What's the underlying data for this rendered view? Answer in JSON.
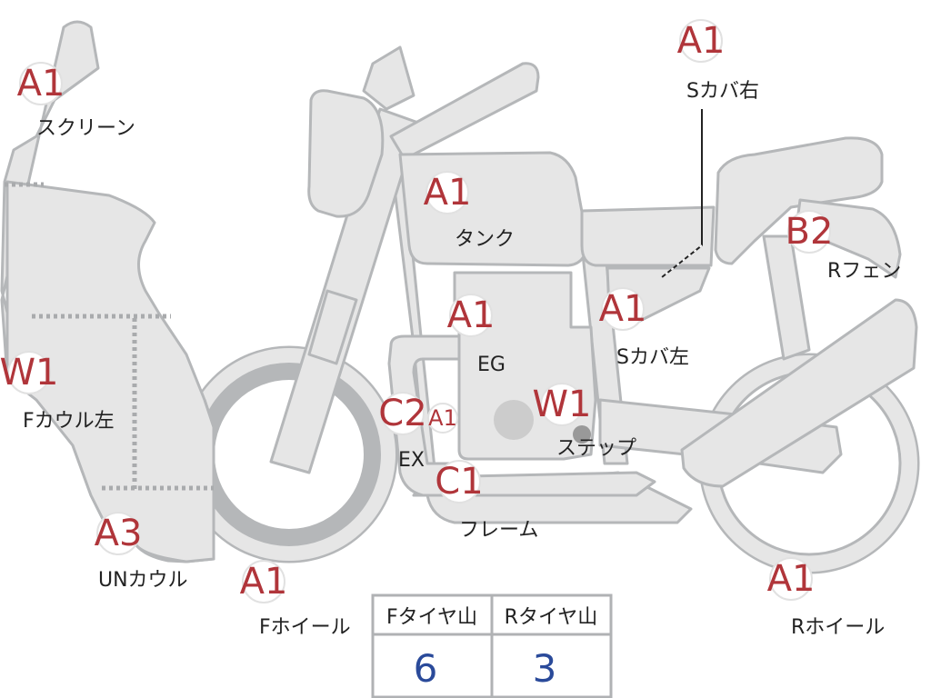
{
  "parts": [
    {
      "id": "screen",
      "grade": "A1",
      "label": "スクリーン"
    },
    {
      "id": "f-cowl-left",
      "grade": "W1",
      "label": "Fカウル左"
    },
    {
      "id": "un-cowl",
      "grade": "A3",
      "label": "UNカウル"
    },
    {
      "id": "f-wheel",
      "grade": "A1",
      "label": "Fホイール"
    },
    {
      "id": "tank",
      "grade": "A1",
      "label": "タンク"
    },
    {
      "id": "eg",
      "grade": "A1",
      "label": "EG"
    },
    {
      "id": "ex",
      "grade": "C2",
      "label": "EX"
    },
    {
      "id": "ex-extra",
      "grade": "A1",
      "label": ""
    },
    {
      "id": "frame",
      "grade": "C1",
      "label": "フレーム"
    },
    {
      "id": "step",
      "grade": "W1",
      "label": "ステップ"
    },
    {
      "id": "s-cover-left",
      "grade": "A1",
      "label": "Sカバ左"
    },
    {
      "id": "s-cover-right",
      "grade": "A1",
      "label": "Sカバ右"
    },
    {
      "id": "r-fender",
      "grade": "B2",
      "label": "Rフェン"
    },
    {
      "id": "r-wheel",
      "grade": "A1",
      "label": "Rホイール"
    }
  ],
  "tire_table": {
    "headers": [
      "Fタイヤ山",
      "Rタイヤ山"
    ],
    "values": [
      "6",
      "3"
    ]
  },
  "colors": {
    "part_fill": "#e6e6e6",
    "part_outline": "#b5b7b9",
    "grade_text": "#b0353a",
    "table_value": "#2a4a9a"
  }
}
